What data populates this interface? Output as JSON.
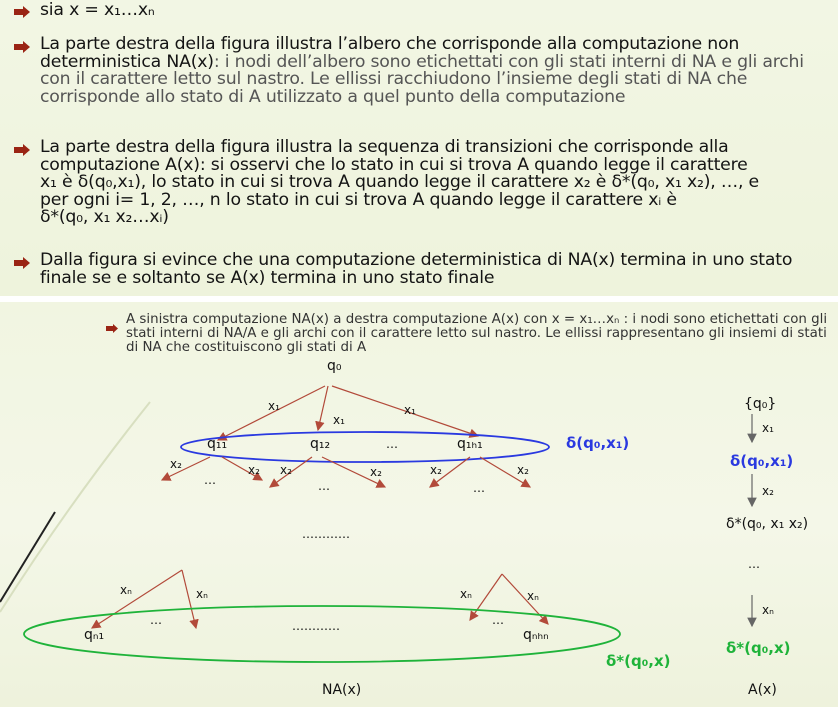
{
  "top": {
    "bullets": [
      {
        "main": "sia x = x₁…xₙ"
      },
      {
        "main": "La parte destra della figura illustra l’albero che corrisponde alla computazione non deterministica NA(x)",
        "rest": ": i nodi dell’albero sono etichettati con gli stati interni di NA e gli archi con il carattere letto sul nastro. Le ellissi racchiudono l’insieme degli stati di NA che corrisponde allo stato di A utilizzato a quel punto della computazione"
      },
      {
        "l1": "La parte destra della figura illustra la sequenza di transizioni che corrisponde alla",
        "l2": "computazione A(x): si osservi che lo stato in cui si trova A quando legge il carattere",
        "l3": "x₁ è δ(q₀,x₁), lo stato in cui si trova A quando legge il carattere x₂ è δ*(q₀, x₁ x₂), …, e",
        "l4": "per ogni i= 1, 2, …, n lo stato in cui si trova A quando legge il carattere xᵢ è",
        "l5": "δ*(q₀, x₁ x₂…xᵢ)"
      },
      {
        "main": "Dalla figura si evince che una computazione deterministica di NA(x) termina in uno stato finale se e soltanto se A(x) termina in uno stato finale"
      }
    ]
  },
  "bottom": {
    "caption": "A sinistra computazione NA(x) a destra computazione A(x) con x = x₁…xₙ : i nodi sono etichettati con gli stati interni di NA/A e gli archi con il carattere letto sul nastro. Le ellissi rappresentano gli insiemi di stati di NA che costituiscono gli stati di A"
  },
  "diagram": {
    "root": "q₀",
    "x1": "x₁",
    "x2": "x₂",
    "xn": "xₙ",
    "q11": "q₁₁",
    "q12": "q₁₂",
    "q1h1": "q₁ₕ₁",
    "qn1": "qₙ₁",
    "qnhn": "qₙₕₙ",
    "dots": "…",
    "long_dots": "…………",
    "delta1_label": "δ(q₀,x₁)",
    "deltastar_label": "δ*(q₀,x)",
    "na_label": "NA(x)",
    "a_label": "A(x)",
    "right_start": "{q₀}",
    "right_delta1": "δ(q₀,x₁)",
    "right_mid": "δ*(q₀, x₁ x₂)",
    "right_dots": "…",
    "right_final": "δ*(q₀,x)",
    "colors": {
      "arrow": "#b24a3a",
      "blue": "#2a39e0",
      "green": "#1fb33a",
      "bullet": "#9a2414"
    }
  }
}
